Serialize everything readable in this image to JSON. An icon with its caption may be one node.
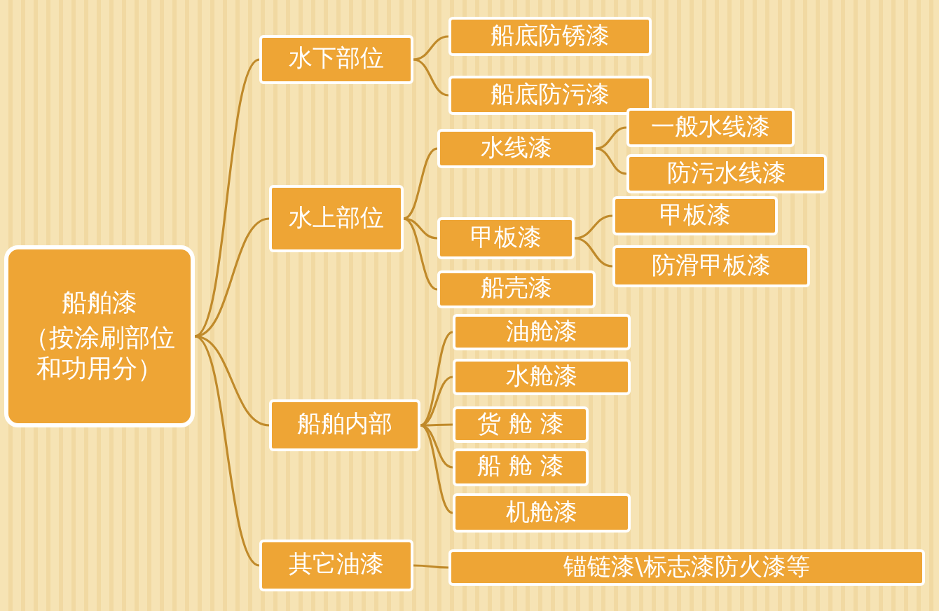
{
  "diagram": {
    "nodes": [
      {
        "text": [
          "船舶漆",
          "（按涂刷部位和功用分）"
        ]
      },
      {
        "text": [
          "水下部位"
        ]
      },
      {
        "text": [
          "船底防锈漆"
        ]
      },
      {
        "text": [
          "船底防污漆"
        ]
      },
      {
        "text": [
          "水上部位"
        ]
      },
      {
        "text": [
          "水线漆"
        ]
      },
      {
        "text": [
          "一般水线漆"
        ]
      },
      {
        "text": [
          "防污水线漆"
        ]
      },
      {
        "text": [
          "甲板漆"
        ]
      },
      {
        "text": [
          "甲板漆"
        ]
      },
      {
        "text": [
          "防滑甲板漆"
        ]
      },
      {
        "text": [
          "船壳漆"
        ]
      },
      {
        "text": [
          "船舶内部"
        ]
      },
      {
        "text": [
          "油舱漆"
        ]
      },
      {
        "text": [
          "水舱漆"
        ]
      },
      {
        "text": [
          "货 舱 漆"
        ]
      },
      {
        "text": [
          "船 舱 漆"
        ]
      },
      {
        "text": [
          "机舱漆"
        ]
      },
      {
        "text": [
          "其它油漆"
        ]
      },
      {
        "text": [
          "锚链漆\\标志漆防火漆等"
        ]
      }
    ],
    "edges": [
      {
        "from": 0,
        "to": 1,
        "arrow": "none"
      },
      {
        "from": 0,
        "to": 4,
        "arrow": "none"
      },
      {
        "from": 0,
        "to": 12,
        "arrow": "none"
      },
      {
        "from": 0,
        "to": 18,
        "arrow": "none"
      },
      {
        "from": 1,
        "to": 2,
        "arrow": "none"
      },
      {
        "from": 1,
        "to": 3,
        "arrow": "none"
      },
      {
        "from": 4,
        "to": 5,
        "arrow": "none"
      },
      {
        "from": 4,
        "to": 8,
        "arrow": "none"
      },
      {
        "from": 4,
        "to": 11,
        "arrow": "none"
      },
      {
        "from": 5,
        "to": 6,
        "arrow": "none"
      },
      {
        "from": 5,
        "to": 7,
        "arrow": "none"
      },
      {
        "from": 8,
        "to": 9,
        "arrow": "none"
      },
      {
        "from": 8,
        "to": 10,
        "arrow": "none"
      },
      {
        "from": 12,
        "to": 13,
        "arrow": "none"
      },
      {
        "from": 12,
        "to": 14,
        "arrow": "none"
      },
      {
        "from": 12,
        "to": 15,
        "arrow": "none"
      },
      {
        "from": 12,
        "to": 16,
        "arrow": "none"
      },
      {
        "from": 12,
        "to": 17,
        "arrow": "none"
      },
      {
        "from": 18,
        "to": 19,
        "arrow": "none"
      }
    ]
  }
}
